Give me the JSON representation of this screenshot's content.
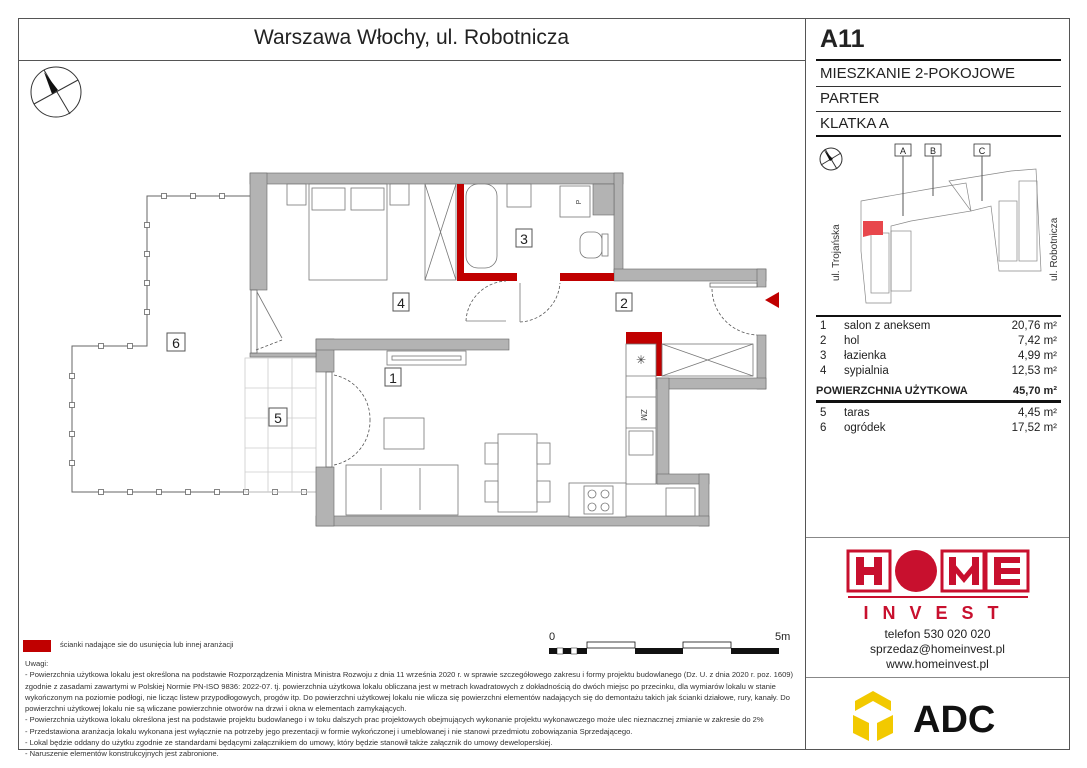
{
  "header": {
    "title": "Warszawa Włochy, ul. Robotnicza"
  },
  "apartment": {
    "code": "A11",
    "type": "MIESZKANIE 2-POKOJOWE",
    "floor": "PARTER",
    "staircase": "KLATKA A"
  },
  "keymap": {
    "staircases": [
      "A",
      "B",
      "C"
    ],
    "street_left": "ul. Trojańska",
    "street_right": "ul. Robotnicza",
    "highlight_color": "#e8474c"
  },
  "rooms": [
    {
      "no": "1",
      "name": "salon z aneksem",
      "area": "20,76 m²"
    },
    {
      "no": "2",
      "name": "hol",
      "area": "7,42 m²"
    },
    {
      "no": "3",
      "name": "łazienka",
      "area": "4,99 m²"
    },
    {
      "no": "4",
      "name": "sypialnia",
      "area": "12,53 m²"
    }
  ],
  "usable_area": {
    "label": "POWIERZCHNIA UŻYTKOWA",
    "value": "45,70 m²"
  },
  "extra_areas": [
    {
      "no": "5",
      "name": "taras",
      "area": "4,45 m²"
    },
    {
      "no": "6",
      "name": "ogródek",
      "area": "17,52 m²"
    }
  ],
  "plan": {
    "room_labels": [
      "1",
      "2",
      "3",
      "4",
      "5",
      "6"
    ],
    "kitchen_labels": {
      "fridge": "✳",
      "dishwasher": "ZM",
      "washer": "P"
    },
    "wall_color": "#b3b3b3",
    "removable_wall_color": "#c00000"
  },
  "legend": {
    "removable_walls": "ścianki nadające sie do usunięcia lub innej aranżacji"
  },
  "scale": {
    "start": "0",
    "end": "5m"
  },
  "notes": {
    "title": "Uwagi:",
    "lines": [
      "- Powierzchnia użytkowa lokalu jest określona na podstawie Rozporządzenia Ministra Ministra Rozwoju z dnia 11 września 2020 r. w sprawie szczegółowego zakresu i formy projektu budowlanego (Dz. U. z dnia 2020 r. poz. 1609) zgodnie z zasadami zawartymi w Polskiej Normie PN-ISO 9836: 2022-07. tj. powierzchnia użytkowa lokalu obliczana jest w metrach kwadratowych z dokładnością do dwóch miejsc po przecinku, dla wymiarów lokalu w stanie wykończonym na poziomie podłogi, nie licząc listew przypodłogowych, progów itp. Do powierzchni użytkowej lokalu nie wlicza się powierzchni elementów nadających się do demontażu takich jak ścianki działowe, rury, kanały. Do powierzchni użytkowej lokalu nie są wliczane powierzchnie otworów na drzwi i okna w elementach zamykających.",
      "- Powierzchnia użytkowa lokalu określona jest na podstawie projektu budowlanego i w toku dalszych prac projektowych obejmujących wykonanie projektu wykonawczego może ulec nieznacznej zmianie w zakresie do 2%",
      "- Przedstawiona aranżacja lokalu wykonana jest wyłącznie na potrzeby jego prezentacji w formie wykończonej i umeblowanej i nie stanowi przedmiotu zobowiązania Sprzedającego.",
      "- Lokal będzie oddany do użytku zgodnie ze standardami będącymi załącznikiem do umowy, który będzie stanowił także załącznik do umowy deweloperskiej.",
      "- Naruszenie elementów konstrukcyjnych jest zabronione."
    ]
  },
  "developer": {
    "logo_text": "HOME",
    "logo_subtext": "INVEST",
    "brand_color": "#c8102e",
    "phone": "telefon 530 020 020",
    "email": "sprzedaz@homeinvest.pl",
    "website": "www.homeinvest.pl"
  },
  "partner": {
    "logo_text": "ADC",
    "logo_color": "#f2c900"
  }
}
